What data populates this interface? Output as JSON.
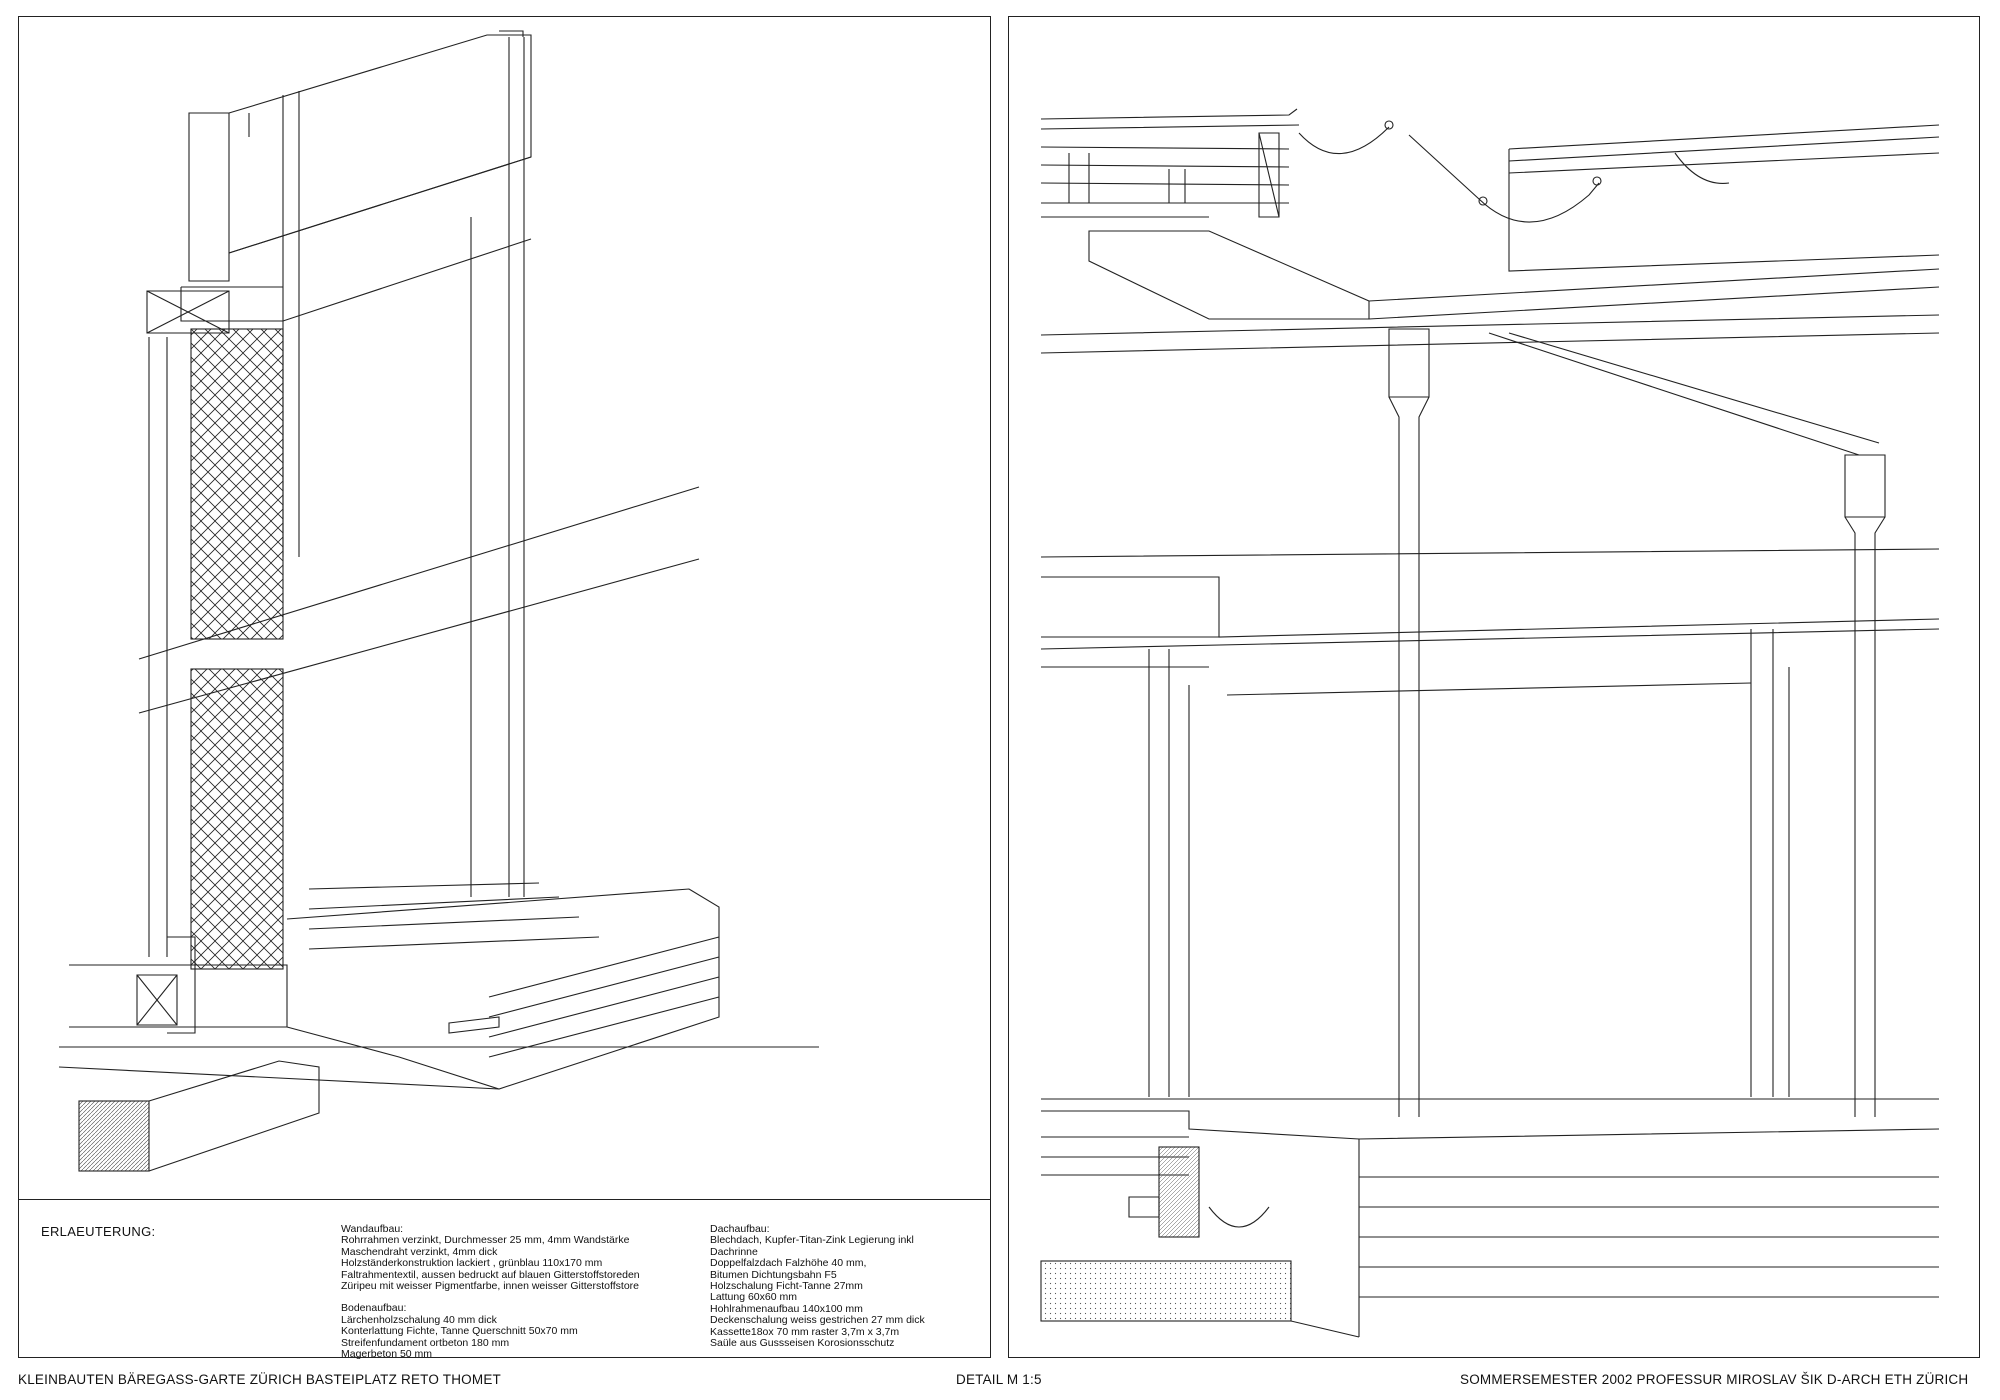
{
  "legend": {
    "heading": "ERLAEUTERUNG:",
    "wall_title": "Wandaufbau:",
    "wall_lines": [
      "Rohrrahmen verzinkt,  Durchmesser 25 mm, 4mm Wandstärke",
      "Maschendraht  verzinkt,  4mm dick",
      "Holzständerkonstruktion lackiert , grünblau    110x170 mm",
      "Faltrahmentextil, aussen bedruckt auf blauen Gitterstoffstoreden",
      "Züripeu mit  weisser Pigmentfarbe, innen weisser Gitterstoffstore"
    ],
    "floor_title": "Bodenaufbau:",
    "floor_lines": [
      "Lärchenholzschalung  40 mm  dick",
      "Konterlattung Fichte, Tanne   Querschnitt 50x70 mm",
      "Streifenfundament ortbeton 180 mm",
      "Magerbeton 50 mm"
    ],
    "roof_title": "Dachaufbau:",
    "roof_lines": [
      "Blechdach, Kupfer-Titan-Zink Legierung  inkl",
      "Dachrinne",
      "Doppelfalzdach  Falzhöhe 40 mm,",
      "Bitumen Dichtungsbahn F5",
      "Holzschalung Ficht-Tanne  27mm",
      "Lattung 60x60 mm",
      "Hohlrahmenaufbau 140x100 mm",
      "Deckenschalung weiss gestrichen 27 mm dick",
      "Kassette18ox 70 mm raster 3,7m x 3,7m",
      "Saüle aus Gussseisen  Korosionsschutz"
    ]
  },
  "footer": {
    "project": "KLEINBAUTEN BÄREGASS-GARTE ZÜRICH BASTEIPLATZ  RETO THOMET",
    "scale": "DETAIL M 1:5",
    "course": "SOMMERSEMESTER 2002   PROFESSUR MIROSLAV ŠIK    D-ARCH ETH ZÜRICH"
  },
  "colors": {
    "line": "#222222",
    "background": "#ffffff"
  }
}
